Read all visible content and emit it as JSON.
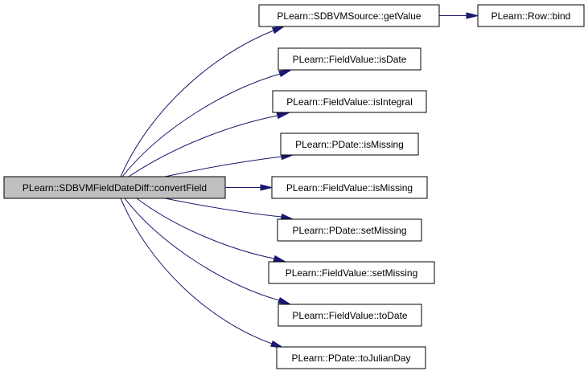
{
  "colors": {
    "edge": "#191970",
    "root_fill": "#bfbfbf",
    "node_fill": "#ffffff",
    "node_border": "#000000"
  },
  "nodes": {
    "root": "PLearn::SDBVMFieldDateDiff::convertField",
    "get_value": "PLearn::SDBVMSource::getValue",
    "row_bind": "PLearn::Row::bind",
    "is_date": "PLearn::FieldValue::isDate",
    "is_integral": "PLearn::FieldValue::isIntegral",
    "pdate_is_missing": "PLearn::PDate::isMissing",
    "field_is_missing": "PLearn::FieldValue::isMissing",
    "pdate_set_missing": "PLearn::PDate::setMissing",
    "field_set_missing": "PLearn::FieldValue::setMissing",
    "to_date": "PLearn::FieldValue::toDate",
    "to_julian_day": "PLearn::PDate::toJulianDay"
  },
  "edges": [
    {
      "from": "root",
      "to": "get_value"
    },
    {
      "from": "root",
      "to": "is_date"
    },
    {
      "from": "root",
      "to": "is_integral"
    },
    {
      "from": "root",
      "to": "pdate_is_missing"
    },
    {
      "from": "root",
      "to": "field_is_missing"
    },
    {
      "from": "root",
      "to": "pdate_set_missing"
    },
    {
      "from": "root",
      "to": "field_set_missing"
    },
    {
      "from": "root",
      "to": "to_date"
    },
    {
      "from": "root",
      "to": "to_julian_day"
    },
    {
      "from": "get_value",
      "to": "row_bind"
    }
  ]
}
